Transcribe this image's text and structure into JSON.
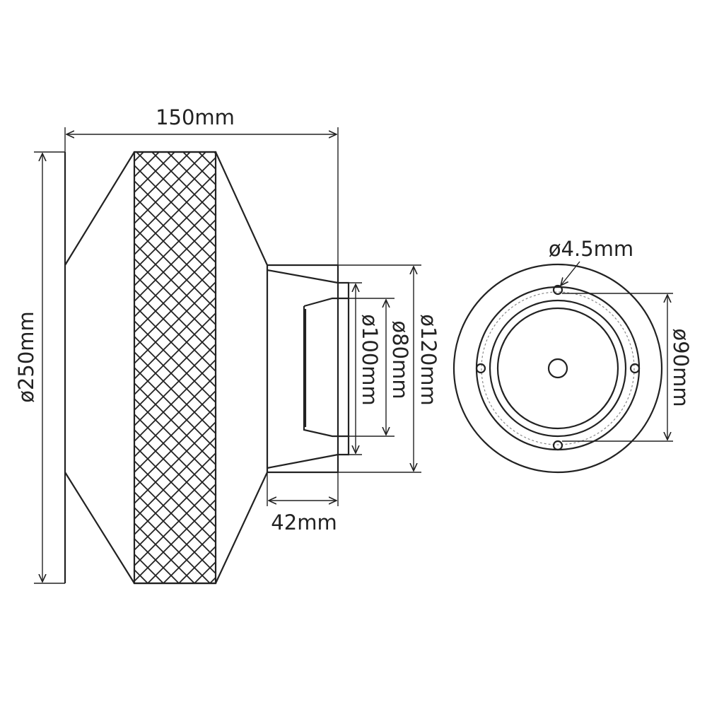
{
  "dimensions": {
    "length": "150mm",
    "body_diameter": "ø250mm",
    "outer_flange_diameter": "ø120mm",
    "inner_bore_diameter": "ø100mm",
    "pipe_diameter": "ø80mm",
    "flange_depth": "42mm",
    "bolt_hole_diameter": "ø4.5mm",
    "bolt_circle_diameter": "ø90mm"
  },
  "colors": {
    "line": "#222222",
    "background": "#ffffff"
  }
}
